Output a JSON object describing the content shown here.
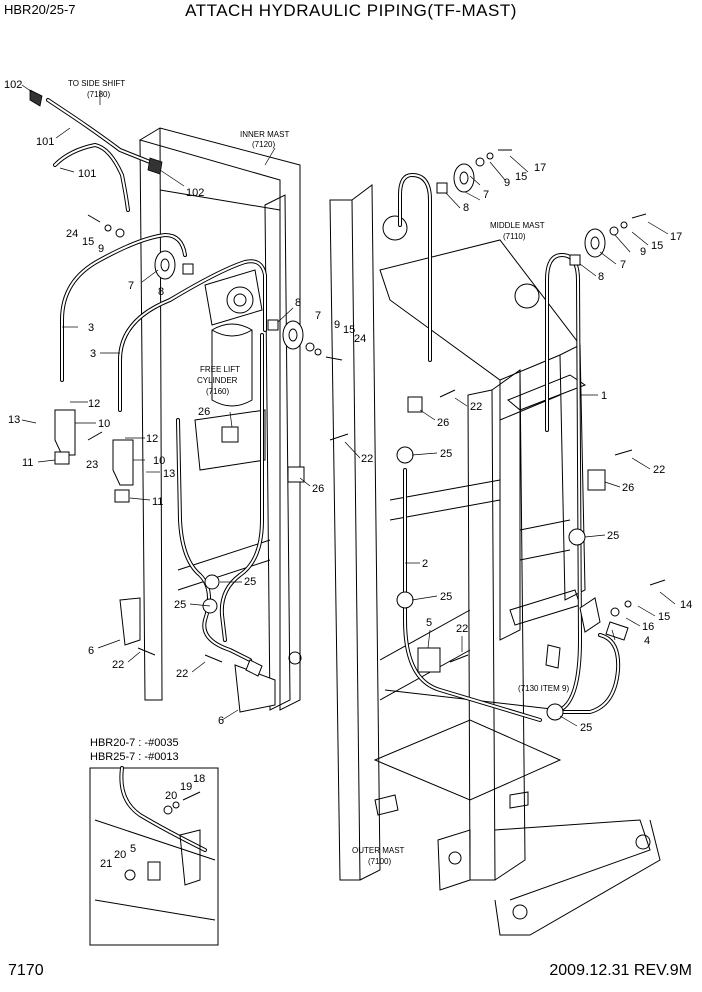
{
  "header": {
    "model": "HBR20/25-7",
    "title": "ATTACH HYDRAULIC PIPING(TF-MAST)"
  },
  "footer": {
    "page": "7170",
    "date_rev": "2009.12.31  REV.9M"
  },
  "notes": {
    "to_side_shift": [
      "TO SIDE SHIFT",
      "(7180)"
    ],
    "inner_mast": [
      "INNER MAST",
      "(7120)"
    ],
    "middle_mast": [
      "MIDDLE MAST",
      "(7110)"
    ],
    "outer_mast": [
      "OUTER MAST",
      "(7100)"
    ],
    "free_lift": [
      "FREE LIFT",
      "CYLINDER",
      "(7160)"
    ],
    "item_ref": "(7130 ITEM 9)"
  },
  "inset": {
    "serials": [
      "HBR20-7 : -#0035",
      "HBR25-7 : -#0013"
    ]
  },
  "callouts": {
    "c102a": "102",
    "c101a": "101",
    "c101b": "101",
    "c102b": "102",
    "c24a": "24",
    "c15a": "15",
    "c9a": "9",
    "c7a": "7",
    "c8a": "8",
    "c3a": "3",
    "c3b": "3",
    "c12a": "12",
    "c13a": "13",
    "c10a": "10",
    "c11a": "11",
    "c23": "23",
    "c12b": "12",
    "c10b": "10",
    "c13b": "13",
    "c11b": "11",
    "c8b": "8",
    "c7b": "7",
    "c9b": "9",
    "c15b": "15",
    "c24b": "24",
    "c26a": "26",
    "c26b": "26",
    "c25a": "25",
    "c25b": "25",
    "c6a": "6",
    "c22a": "22",
    "c22b": "22",
    "c6b": "6",
    "c17a": "17",
    "c15c": "15",
    "c9c": "9",
    "c7c": "7",
    "c8c": "8",
    "c17b": "17",
    "c15d": "15",
    "c9d": "9",
    "c7d": "7",
    "c8d": "8",
    "c22c": "22",
    "c26c": "26",
    "c22d": "22",
    "c25c": "25",
    "c1": "1",
    "c22e": "22",
    "c26d": "26",
    "c25d": "25",
    "c2": "2",
    "c25e": "25",
    "c5": "5",
    "c22f": "22",
    "c14": "14",
    "c15e": "15",
    "c16": "16",
    "c4": "4",
    "c25f": "25",
    "c18": "18",
    "c19": "19",
    "c20a": "20",
    "c21": "21",
    "c20b": "20",
    "c5b": "5"
  }
}
